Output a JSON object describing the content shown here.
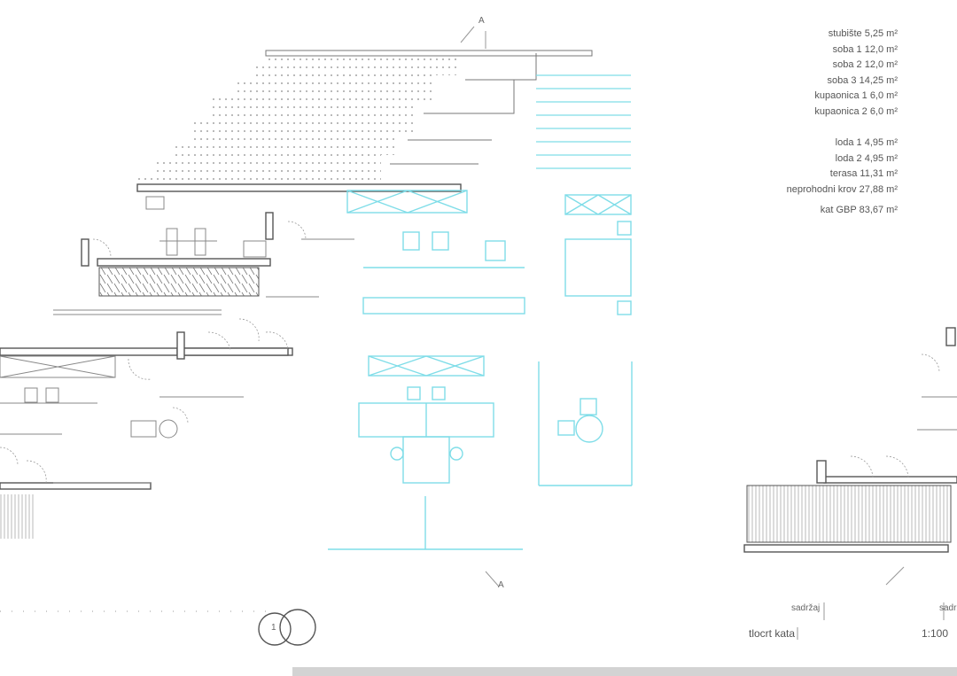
{
  "legend": {
    "rooms": [
      {
        "name": "stubište",
        "area": "5,25 m²"
      },
      {
        "name": "soba 1",
        "area": "12,0 m²"
      },
      {
        "name": "soba 2",
        "area": "12,0 m²"
      },
      {
        "name": "soba 3",
        "area": "14,25 m²"
      },
      {
        "name": "kupaonica 1",
        "area": "6,0 m²"
      },
      {
        "name": "kupaonica 2",
        "area": "6,0 m²"
      }
    ],
    "extras": [
      {
        "name": "loda 1",
        "area": "4,95 m²"
      },
      {
        "name": "loda 2",
        "area": "4,95 m²"
      },
      {
        "name": "terasa",
        "area": "11,31 m²"
      },
      {
        "name": "neprohodni krov",
        "area": "27,88 m²"
      }
    ],
    "total": "kat GBP 83,67 m²"
  },
  "plan": {
    "north_label": "A",
    "section_label": "A",
    "section_symbol": "1",
    "drawing_title": "tlocrt kata",
    "scale": "1:100",
    "sheet_labels": [
      "sadržaj",
      "sadržaj"
    ]
  },
  "colors": {
    "wall": "#555555",
    "furniture": "#7fdde8",
    "dimension": "#999999"
  }
}
